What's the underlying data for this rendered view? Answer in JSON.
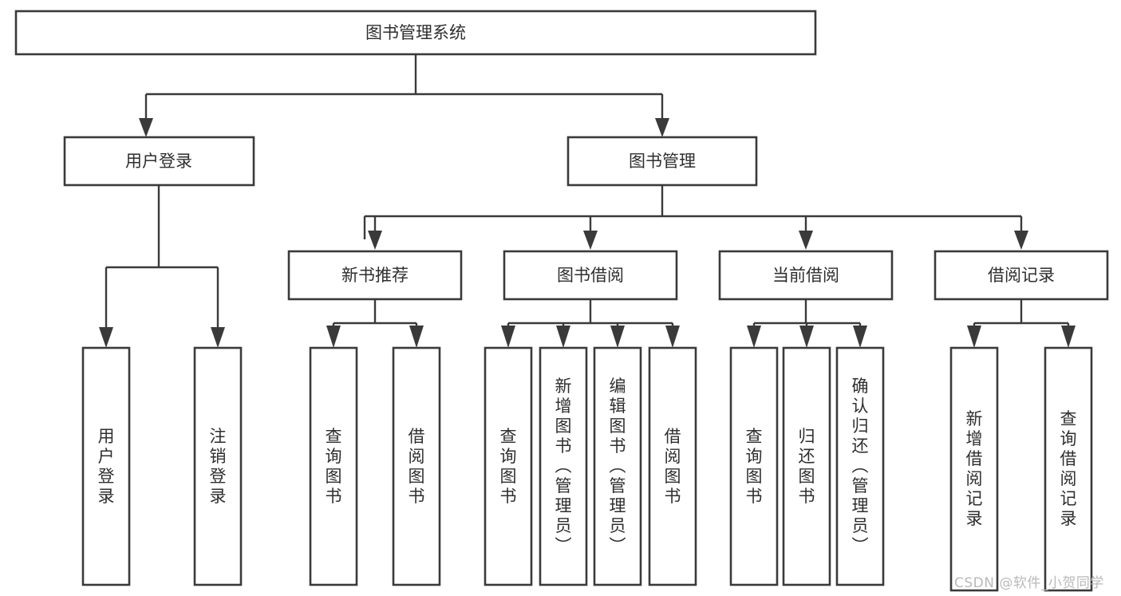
{
  "diagram": {
    "title": "图书管理系统",
    "type": "tree-hierarchy-diagram",
    "root": {
      "id": "root",
      "label": "图书管理系统"
    },
    "level2": [
      {
        "id": "user-login",
        "label": "用户登录"
      },
      {
        "id": "book-manage",
        "label": "图书管理"
      }
    ],
    "level3": [
      {
        "id": "new-book-recommend",
        "label": "新书推荐"
      },
      {
        "id": "book-borrow",
        "label": "图书借阅"
      },
      {
        "id": "current-borrow",
        "label": "当前借阅"
      },
      {
        "id": "borrow-record",
        "label": "借阅记录"
      }
    ],
    "leaves": {
      "user_login": [
        {
          "id": "leaf-user-login",
          "label": "用户登录"
        },
        {
          "id": "leaf-logout-login",
          "label": "注销登录"
        }
      ],
      "new_book_recommend": [
        {
          "id": "leaf-query-book-1",
          "label": "查询图书"
        },
        {
          "id": "leaf-borrow-book-1",
          "label": "借阅图书"
        }
      ],
      "book_borrow": [
        {
          "id": "leaf-query-book-2",
          "label": "查询图书"
        },
        {
          "id": "leaf-add-book",
          "label": "新增图书（管理员）"
        },
        {
          "id": "leaf-edit-book",
          "label": "编辑图书（管理员）"
        },
        {
          "id": "leaf-borrow-book-2",
          "label": "借阅图书"
        }
      ],
      "current_borrow": [
        {
          "id": "leaf-query-book-3",
          "label": "查询图书"
        },
        {
          "id": "leaf-return-book",
          "label": "归还图书"
        },
        {
          "id": "leaf-confirm-return",
          "label": "确认归还（管理员）"
        }
      ],
      "borrow_record": [
        {
          "id": "leaf-add-borrow-record",
          "label": "新增借阅记录"
        },
        {
          "id": "leaf-query-borrow-record",
          "label": "查询借阅记录"
        }
      ]
    },
    "colors": {
      "stroke": "#3a3a3a",
      "fill": "#ffffff",
      "text": "#2e2e2e",
      "watermark": "#b9b9b9"
    }
  },
  "watermark": {
    "text": "CSDN @软件_小贺同学"
  }
}
